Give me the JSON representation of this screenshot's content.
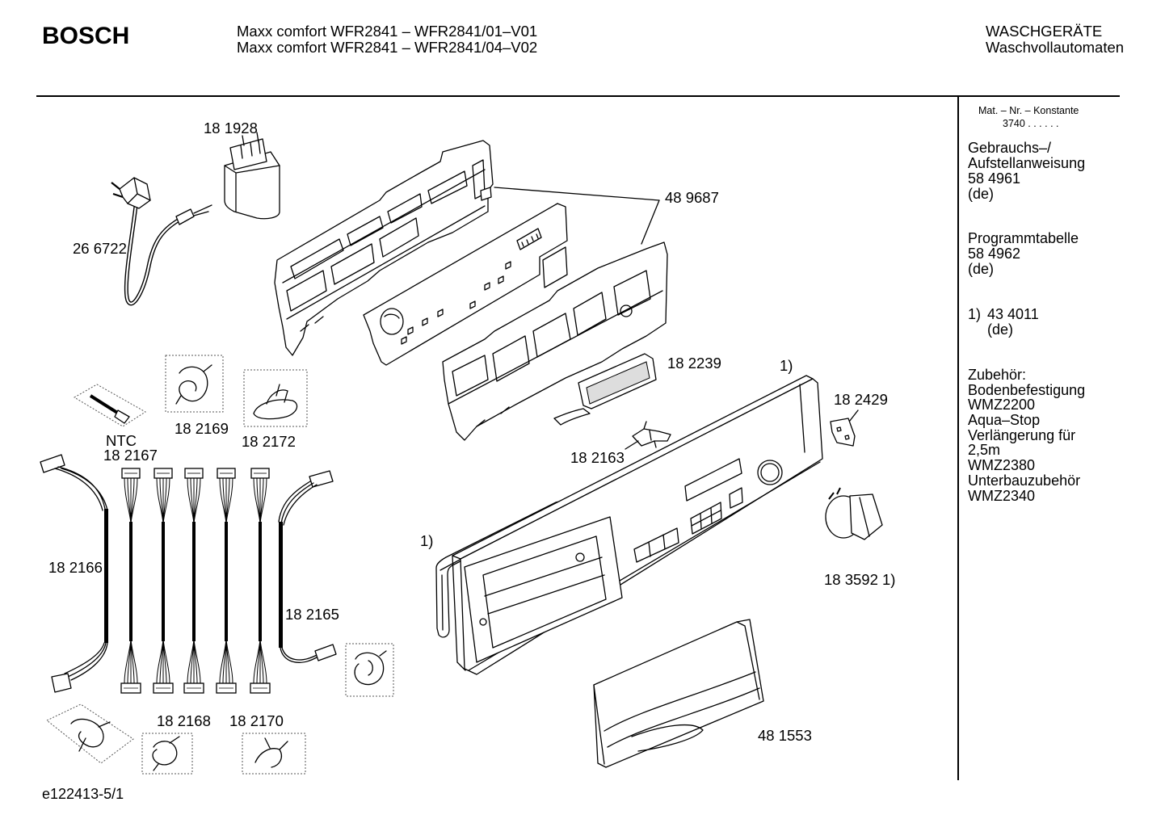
{
  "header": {
    "brand": "BOSCH",
    "model_line_1": "Maxx comfort WFR2841 – WFR2841/01–V01",
    "model_line_2": "Maxx comfort WFR2841 – WFR2841/04–V02",
    "category": "WASCHGERÄTE",
    "subcategory": "Waschvollautomaten"
  },
  "sidebar": {
    "mat_label": "Mat. – Nr. – Konstante",
    "mat_value": "3740 . . . . . .",
    "manual": {
      "title_1": "Gebrauchs–/",
      "title_2": "Aufstellanweisung",
      "number": "58 4961",
      "lang": "(de)"
    },
    "program_table": {
      "title": "Programmtabelle",
      "number": "58 4962",
      "lang": "(de)"
    },
    "footnote": {
      "marker": "1)",
      "number": "43 4011",
      "lang": "(de)"
    },
    "accessories": {
      "title": "Zubehör:",
      "lines": [
        "Bodenbefestigung",
        "WMZ2200",
        "Aqua–Stop",
        "Verlängerung für",
        "2,5m",
        "WMZ2380",
        "Unterbauzubehör",
        "WMZ2340"
      ]
    }
  },
  "parts": {
    "capacitor": "18 1928",
    "power_cord": "26 6722",
    "control_module": "48 9687",
    "display": "18 2239",
    "panel_note": "1)",
    "bracket": "18 2429",
    "light_guide": "18 2163",
    "harness_a": "18 2169",
    "harness_b": "18 2172",
    "ntc_label": "NTC",
    "ntc_harness": "18 2167",
    "harness_left": "18 2166",
    "harness_right": "18 2165",
    "gasket_note": "1)",
    "knob": "18 3592 1)",
    "harness_c": "18 2168",
    "harness_d": "18 2170",
    "drawer_cover": "48 1553"
  },
  "footer": {
    "drawing_id": "e122413-5/1"
  }
}
